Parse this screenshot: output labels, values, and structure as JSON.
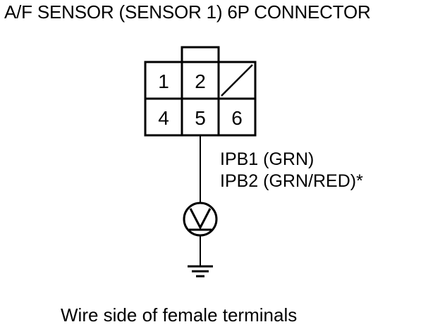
{
  "title": "A/F SENSOR (SENSOR 1) 6P CONNECTOR",
  "connector": {
    "pins": [
      {
        "label": "1"
      },
      {
        "label": "2"
      },
      {
        "label": ""
      },
      {
        "label": "4"
      },
      {
        "label": "5"
      },
      {
        "label": "6"
      }
    ],
    "blank_cell_index": 2
  },
  "wire_labels": [
    "IPB1 (GRN)",
    "IPB2 (GRN/RED)*"
  ],
  "meter_icon": "voltmeter-icon",
  "ground_icon": "ground-icon",
  "caption": "Wire side of female terminals"
}
